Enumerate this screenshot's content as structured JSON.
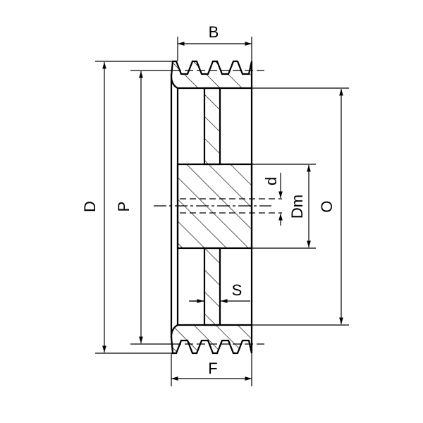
{
  "title": "V-belt pulley dimensions",
  "labels": {
    "B": "B",
    "F": "F",
    "D": "D",
    "P": "P",
    "O": "O",
    "Dm": "Dm",
    "d": "d",
    "S": "S"
  },
  "groove_count": 4
}
